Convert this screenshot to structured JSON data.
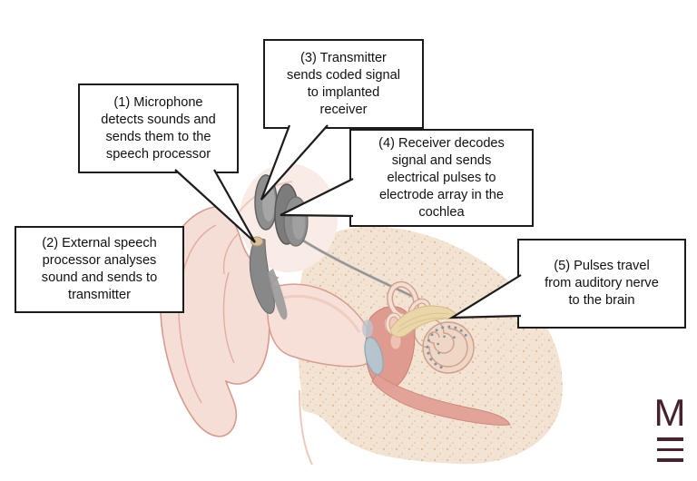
{
  "figure": {
    "type": "diagram",
    "subject": "How a cochlear implant works - cross-section of the ear with numbered callout steps"
  },
  "callouts": [
    {
      "id": "1",
      "text": "(1) Microphone\ndetects sounds and\nsends them to the\nspeech processor"
    },
    {
      "id": "2",
      "text": "(2) External speech\nprocessor analyses\nsound and sends to\ntransmitter"
    },
    {
      "id": "3",
      "text": "(3) Transmitter\nsends coded signal\nto implanted\nreceiver"
    },
    {
      "id": "4",
      "text": "(4) Receiver decodes\nsignal and sends\nelectrical pulses to\nelectrode array in the\ncochlea"
    },
    {
      "id": "5",
      "text": "(5) Pulses travel\nfrom auditory nerve\nto the brain"
    }
  ],
  "logo": {
    "letter": "M"
  },
  "colors": {
    "box_border": "#1c1c1c",
    "text": "#1a1a1a",
    "logo": "#45222e",
    "skin": "#f5ded6",
    "skin_outline": "#d89a8d",
    "bone": "#f3e3d3",
    "bone_speckle": "#dcba98",
    "middle_ear": "#e09b90",
    "eardrum": "#b5c4cd",
    "auditory_nerve": "#ead7a9",
    "implant_grey": "#8e8e8e",
    "electrode_dots": "#7e93a8"
  }
}
